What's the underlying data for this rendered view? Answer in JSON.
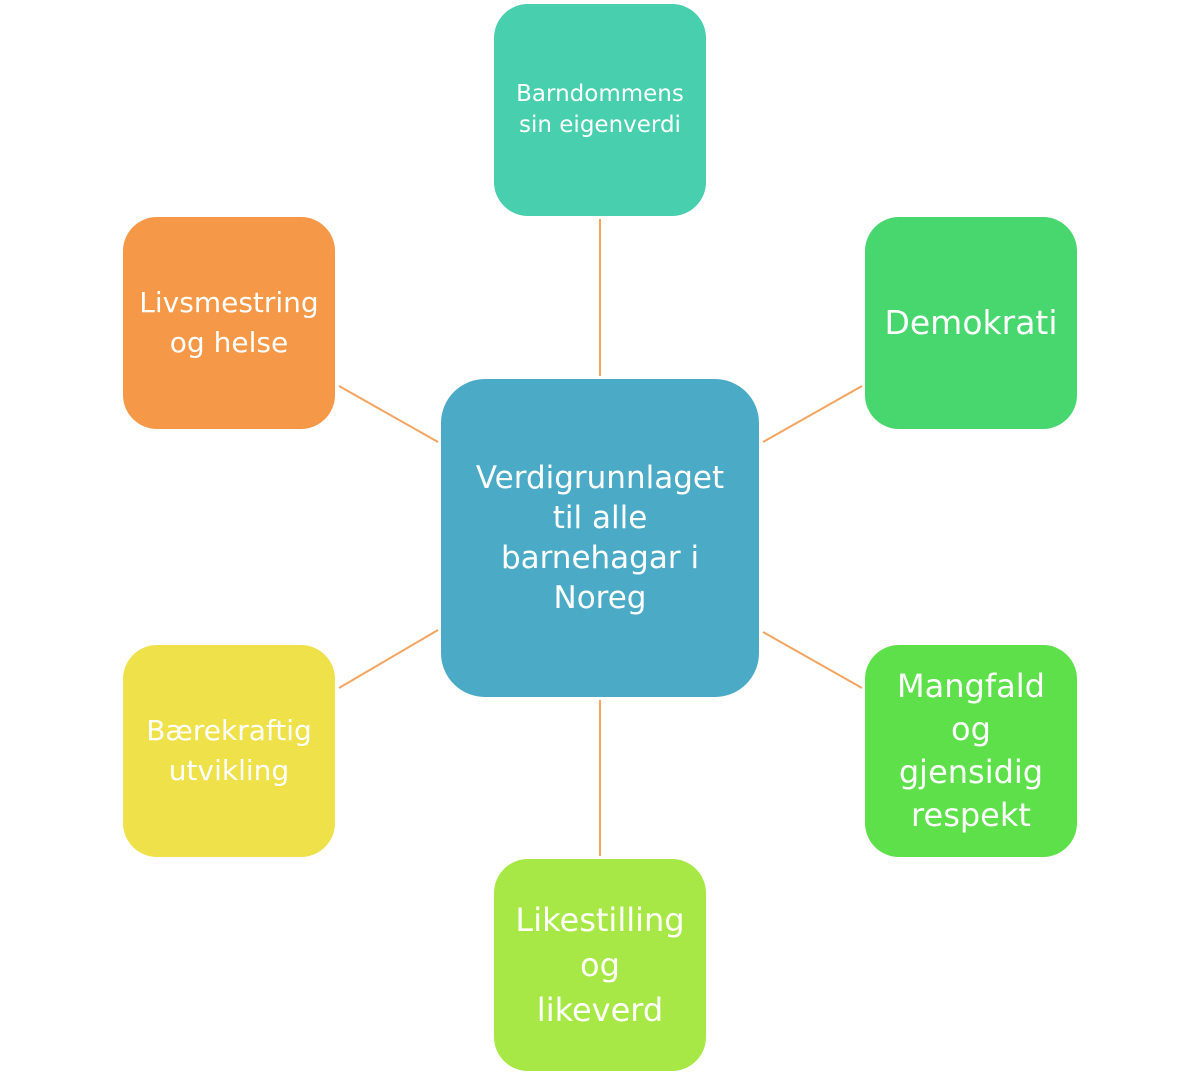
{
  "diagram": {
    "center": {
      "label": "Verdigrunnlaget\ntil alle\nbarnehagar i\nNoreg",
      "color": "#4BABC6"
    },
    "nodes": [
      {
        "id": "barndom",
        "label": "Barndommens\nsin eigenverdi",
        "color": "#48CFAD"
      },
      {
        "id": "demokrati",
        "label": "Demokrati",
        "color": "#48D76E"
      },
      {
        "id": "mangfald",
        "label": "Mangfald\nog\ngjensidig\nrespekt",
        "color": "#5EE04A"
      },
      {
        "id": "likestilling",
        "label": "Likestilling\nog\nlikeverd",
        "color": "#A8E846"
      },
      {
        "id": "berekraft",
        "label": "Bærekraftig\nutvikling",
        "color": "#EFE14A"
      },
      {
        "id": "livsmestring",
        "label": "Livsmestring\nog helse",
        "color": "#F59848"
      }
    ],
    "connector_color": "#F4A460"
  }
}
